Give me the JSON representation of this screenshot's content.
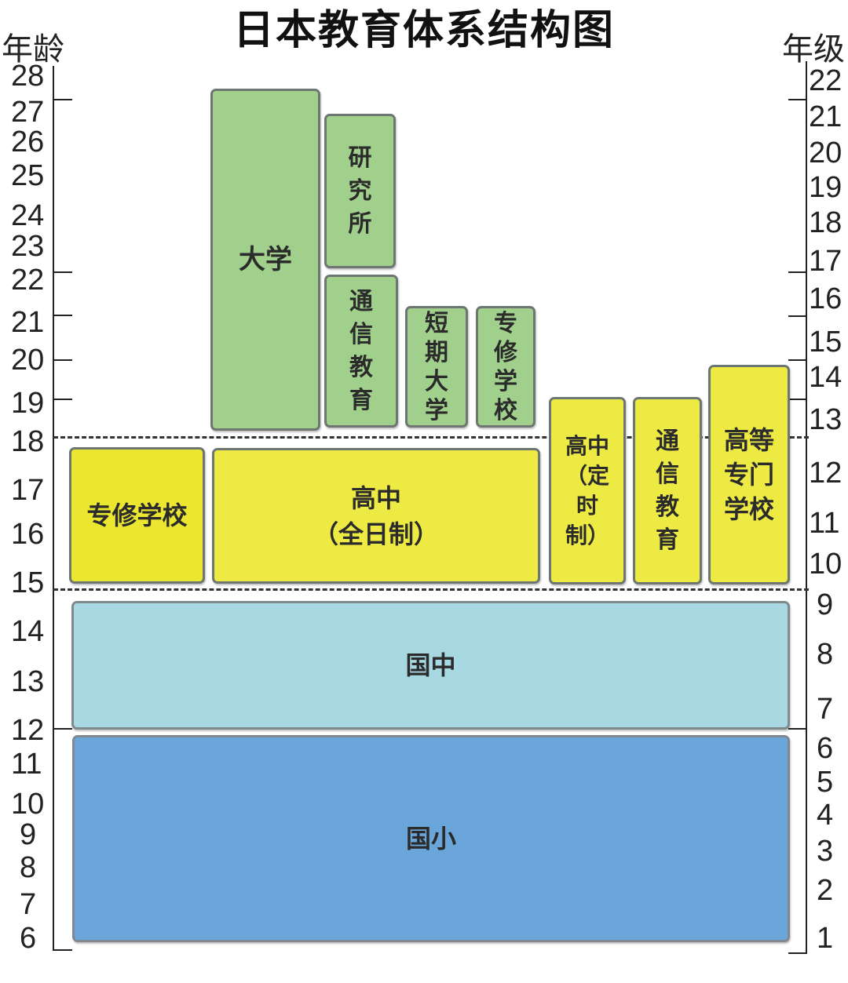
{
  "title": "日本教育体系结构图",
  "left_axis": {
    "title": "年龄",
    "ticks": [
      "28",
      "27",
      "26",
      "25",
      "24",
      "23",
      "22",
      "21",
      "20",
      "19",
      "18",
      "17",
      "16",
      "15",
      "14",
      "13",
      "12",
      "11",
      "10",
      "9",
      "8",
      "7",
      "6"
    ]
  },
  "right_axis": {
    "title": "年级",
    "ticks": [
      "22",
      "21",
      "20",
      "19",
      "18",
      "17",
      "16",
      "15",
      "14",
      "13",
      "12",
      "11",
      "10",
      "9",
      "8",
      "7",
      "6",
      "5",
      "4",
      "3",
      "2",
      "1"
    ]
  },
  "boxes": {
    "university": "大学",
    "graduate_school": "研究所",
    "correspondence_univ": "通信教育",
    "junior_college": "短期大学",
    "vocational_post": "专修学校",
    "vocational_high": "专修学校",
    "high_school_full": "高中\n（全日制）",
    "high_school_part": "高中（定时制）",
    "correspondence_high": "通信教育",
    "technical_college": "高等\n专门\n学校",
    "junior_high": "国中",
    "elementary": "国小"
  },
  "colors": {
    "higher_ed": "#a0d08c",
    "upper_secondary": "#eeea44",
    "lower_secondary": "#a8d9e2",
    "primary": "#6aa6da"
  }
}
